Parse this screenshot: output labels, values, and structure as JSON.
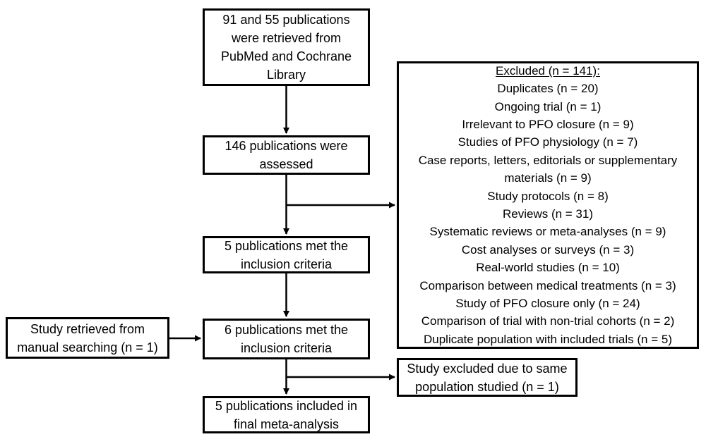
{
  "diagram": {
    "type": "prisma-flowchart",
    "colors": {
      "border": "#000000",
      "background": "#ffffff",
      "text": "#000000"
    },
    "boxes": {
      "retrieved": {
        "lines": [
          "91 and 55 publications",
          "were retrieved from",
          "PubMed and Cochrane",
          "Library"
        ]
      },
      "assessed": {
        "lines": [
          "146 publications were",
          "assessed"
        ]
      },
      "met5": {
        "lines": [
          "5 publications met the",
          "inclusion criteria"
        ]
      },
      "manual": {
        "lines": [
          "Study retrieved from",
          "manual searching (n = 1)"
        ]
      },
      "met6": {
        "lines": [
          "6 publications met the",
          "inclusion criteria"
        ]
      },
      "same_population": {
        "lines": [
          "Study excluded due to same",
          "population studied (n = 1)"
        ]
      },
      "final": {
        "lines": [
          "5 publications included in",
          "final meta-analysis"
        ]
      },
      "excluded": {
        "title": "Excluded (n = 141):",
        "items": [
          "Duplicates (n = 20)",
          "Ongoing trial (n = 1)",
          "Irrelevant to PFO closure (n = 9)",
          "Studies of PFO physiology (n = 7)",
          "Case reports, letters, editorials or supplementary materials (n = 9)",
          "Study protocols (n = 8)",
          "Reviews (n = 31)",
          "Systematic reviews or meta-analyses (n = 9)",
          "Cost analyses or surveys (n = 3)",
          "Real-world studies (n = 10)",
          "Comparison between medical treatments (n = 3)",
          "Study of PFO closure only (n = 24)",
          "Comparison of trial with non-trial cohorts (n = 2)",
          "Duplicate population with included trials (n = 5)"
        ]
      }
    }
  }
}
